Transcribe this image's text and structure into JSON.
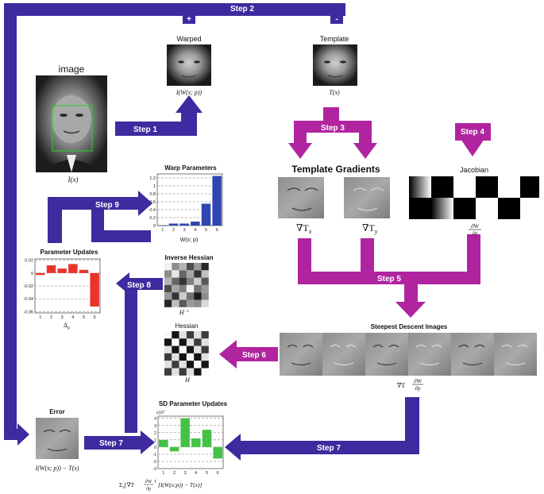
{
  "colors": {
    "blue": "#3f2a9f",
    "magenta": "#b0259f",
    "green_bar": "#44c244",
    "red_bar": "#e8352c",
    "blue_bar": "#2f46b0"
  },
  "steps": {
    "s1": "Step 1",
    "s2": "Step 2",
    "s3": "Step 3",
    "s4": "Step 4",
    "s5": "Step 5",
    "s6": "Step 6",
    "s7a": "Step 7",
    "s7b": "Step 7",
    "s8": "Step 8",
    "s9": "Step 9"
  },
  "signs": {
    "plus": "+",
    "minus": "-"
  },
  "labels": {
    "image_title": "image",
    "image_formula": "I(x)",
    "warped_title": "Warped",
    "warped_formula": "I(W(x; p))",
    "template_title": "Template",
    "template_formula": "T(x)",
    "template_gradients": "Template Gradients",
    "grad_x": "∇T",
    "grad_x_sub": "x",
    "grad_y": "∇T",
    "grad_y_sub": "y",
    "jacobian_title": "Jacobian",
    "jac_num": "∂W",
    "jac_den": "∂p",
    "warp_params_title": "Warp Parameters",
    "warp_params_xlabel": "W(x; p)",
    "param_updates_title": "Parameter Updates",
    "param_updates_xlabel": "Δ",
    "param_updates_xlabel_sub": "p",
    "inverse_hessian_title": "Inverse Hessian",
    "inverse_hessian_formula": "H",
    "inverse_hessian_sup": "−1",
    "hessian_title": "Hessian",
    "hessian_formula": "H",
    "sd_images_title": "Steepest Descent Images",
    "sd_formula_a": "∇T",
    "sd_formula_num": "∂W",
    "sd_formula_den": "∂p",
    "error_title": "Error",
    "error_formula": "I(W(x; p)) − T(x)",
    "sd_updates_title": "SD Parameter Updates",
    "sd_updates_exp": "x10",
    "sd_updates_exp_sup": "7",
    "sd_updates_formula": "Σ",
    "sd_updates_formula_sub": "x",
    "sd_updates_formula_b": "[∇T",
    "sd_updates_formula_num": "∂W",
    "sd_updates_formula_den": "∂p",
    "sd_updates_formula_sup": "T",
    "sd_updates_formula_c": "[I(W(x;p)) − T(x)]"
  },
  "chart_data": [
    {
      "type": "bar",
      "title": "Warp Parameters",
      "xlabel": "W(x; p)",
      "categories": [
        "1",
        "2",
        "3",
        "4",
        "5",
        "6"
      ],
      "values": [
        0.0,
        0.05,
        0.05,
        0.1,
        0.55,
        1.25
      ],
      "ylim": [
        0,
        1.3
      ],
      "yticks": [
        "0",
        "0.2",
        "0.4",
        "0.6",
        "0.8",
        "1",
        "1.2"
      ],
      "grid": true
    },
    {
      "type": "bar",
      "title": "Parameter Updates",
      "xlabel": "Δp",
      "categories": [
        "1",
        "2",
        "3",
        "4",
        "5",
        "6"
      ],
      "values": [
        -0.003,
        0.012,
        0.007,
        0.014,
        0.005,
        -0.052
      ],
      "ylim": [
        -0.062,
        0.022
      ],
      "yticks": [
        "0.02",
        "0",
        "-0.02",
        "-0.04",
        "-0.06"
      ],
      "grid": true
    },
    {
      "type": "bar",
      "title": "SD Parameter Updates",
      "xlabel": "",
      "categories": [
        "1",
        "2",
        "3",
        "4",
        "5",
        "6"
      ],
      "values": [
        1.0,
        -0.6,
        4.0,
        1.2,
        2.4,
        -1.6
      ],
      "ylim": [
        -3,
        4.3
      ],
      "yticks": [
        "4",
        "3",
        "2",
        "1",
        "0",
        "-1",
        "-2",
        "-3"
      ],
      "grid": true
    }
  ]
}
